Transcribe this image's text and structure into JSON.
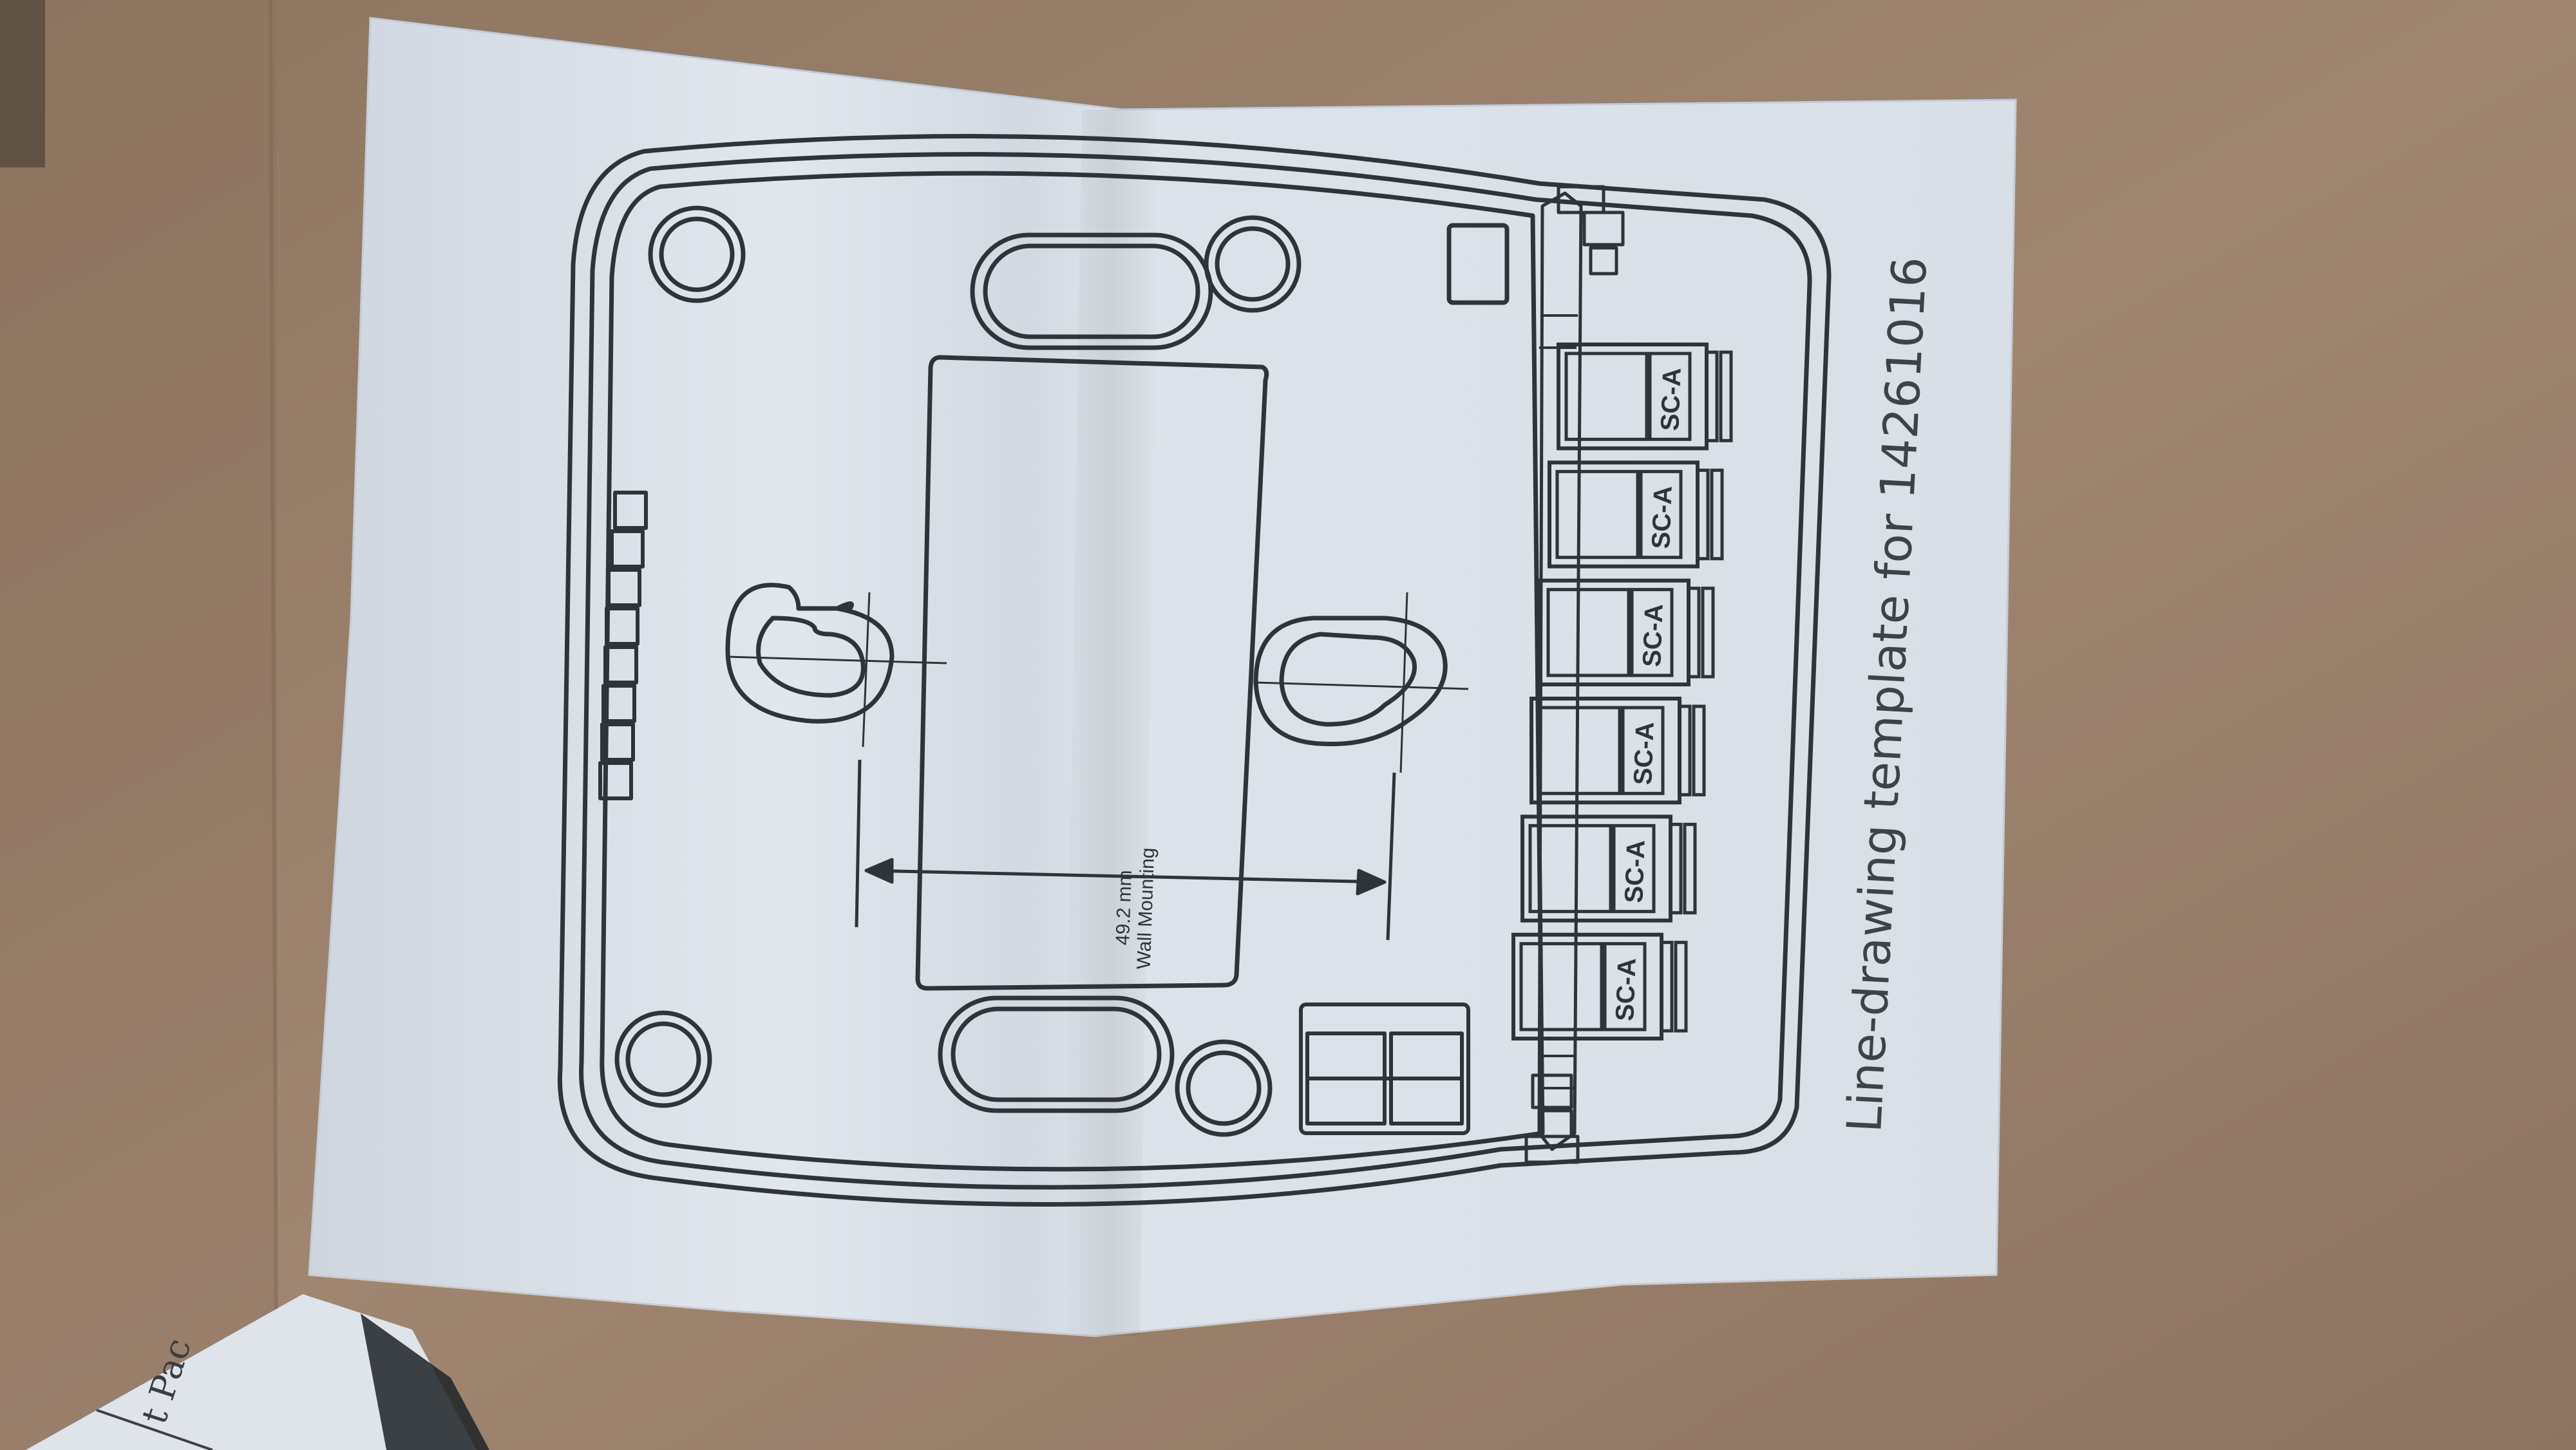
{
  "template_sheet": {
    "caption": "Line-drawing template for 14261016",
    "mounting_dimension": "49.2 mm",
    "mounting_label": "Wall Mounting",
    "port_labels": [
      "SC-A",
      "SC-A",
      "SC-A",
      "SC-A",
      "SC-A",
      "SC-A"
    ]
  },
  "corner_sheet": {
    "text": "t Pac"
  },
  "colors": {
    "cardboard": "#9c8268",
    "paper": "#d8dee6",
    "ink": "#2f3438"
  }
}
